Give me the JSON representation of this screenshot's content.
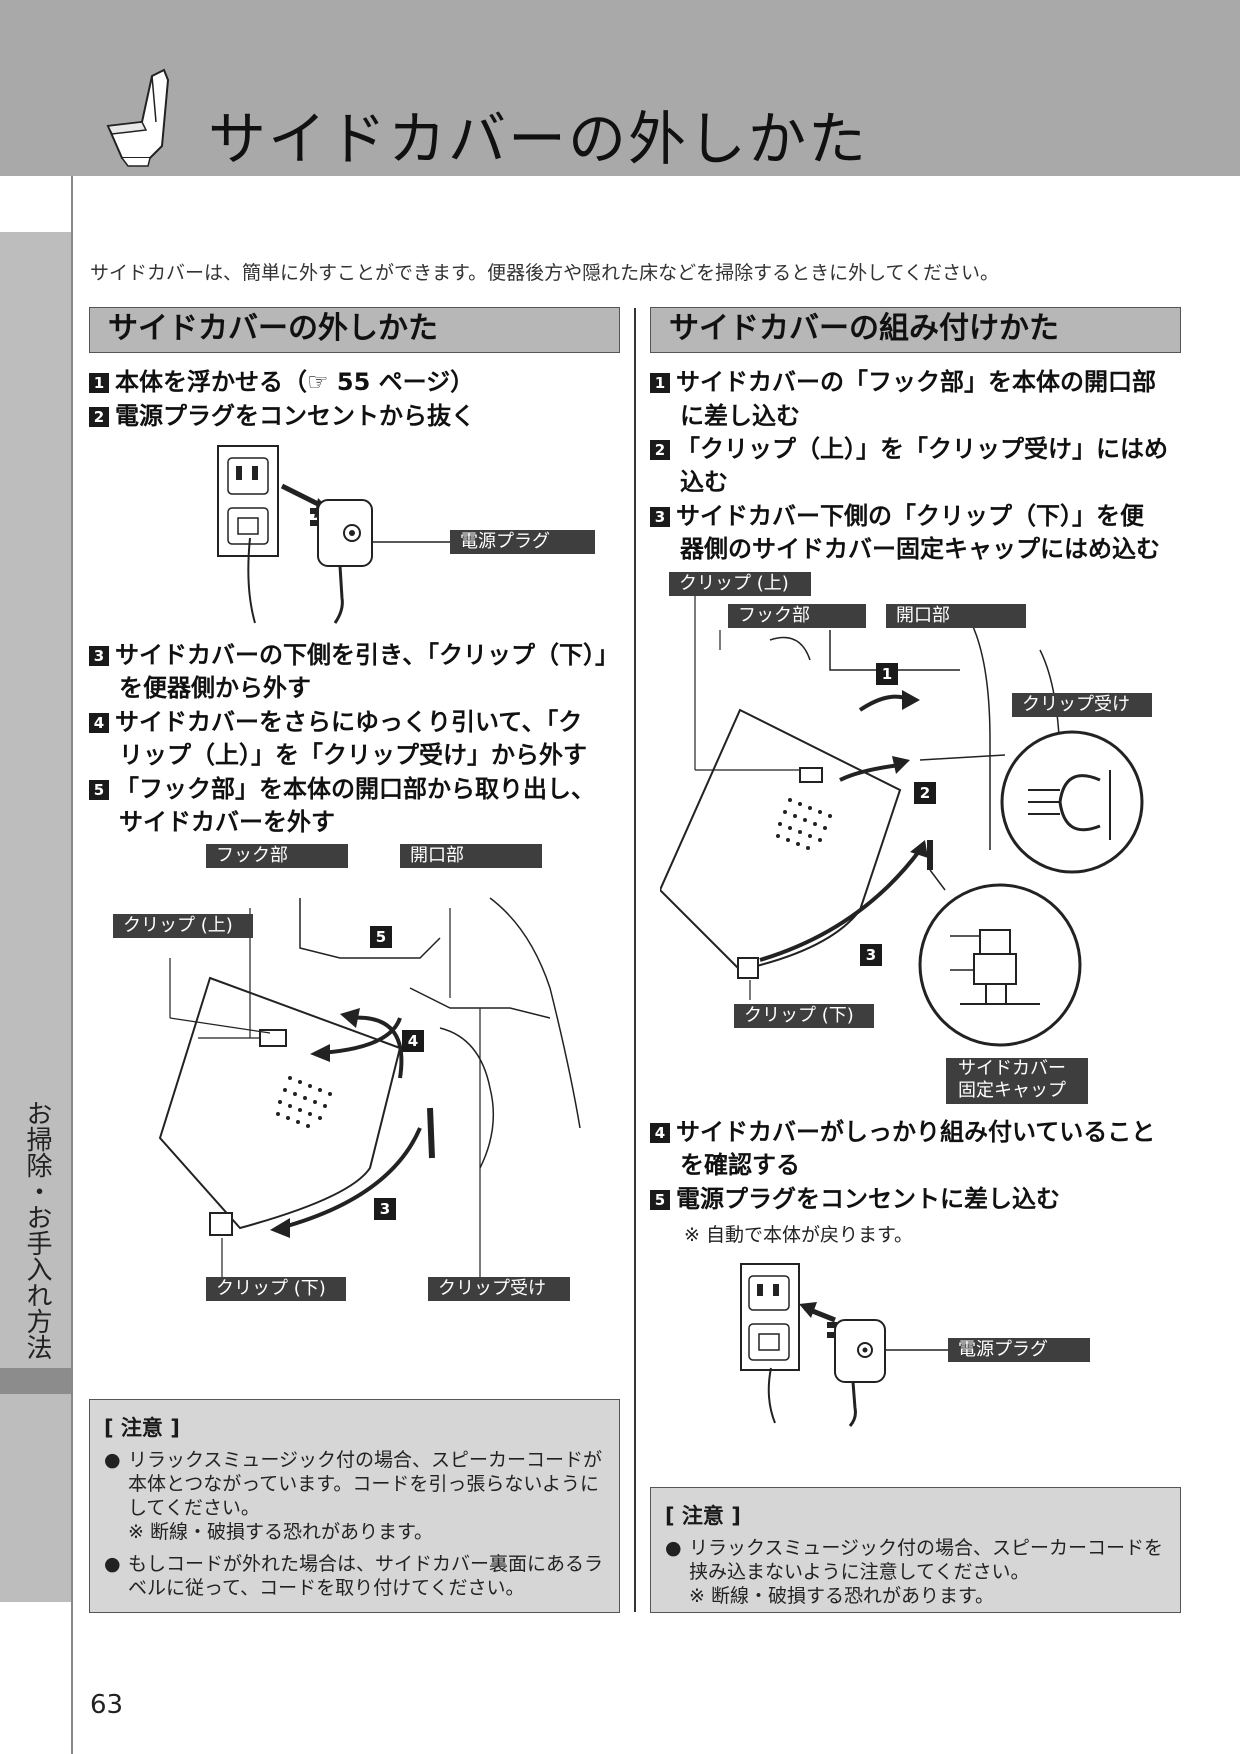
{
  "header": {
    "title": "サイドカバーの外しかた"
  },
  "side_tab": {
    "label": "お掃除・お手入れ方法"
  },
  "intro": "サイドカバーは、簡単に外すことができます。便器後方や隠れた床などを掃除するときに外してください。",
  "left": {
    "heading": "サイドカバーの外しかた",
    "steps": [
      {
        "num": "1",
        "text": "本体を浮かせる（☞ 55 ページ）"
      },
      {
        "num": "2",
        "text": "電源プラグをコンセントから抜く"
      },
      {
        "num": "3",
        "line1": "サイドカバーの下側を引き､「クリップ（下）」",
        "line2": "を便器側から外す"
      },
      {
        "num": "4",
        "line1": "サイドカバーをさらにゆっくり引いて､「ク",
        "line2": "リップ（上）」を「クリップ受け」から外す"
      },
      {
        "num": "5",
        "line1": "「フック部」を本体の開口部から取り出し、",
        "line2": "サイドカバーを外す"
      }
    ],
    "labels": {
      "plug": "電源プラグ",
      "hook": "フック部",
      "opening": "開口部",
      "clip_top": "クリップ (上)",
      "clip_bottom": "クリップ (下)",
      "clip_receiver": "クリップ受け"
    },
    "badges": [
      "5",
      "4",
      "3"
    ],
    "caution": {
      "title": "[ 注意 ]",
      "items": [
        {
          "text": "リラックスミュージック付の場合、スピーカーコードが本体とつながっています。コードを引っ張らないようにしてください。",
          "sub": "※ 断線・破損する恐れがあります。"
        },
        {
          "text": "もしコードが外れた場合は、サイドカバー裏面にあるラベルに従って、コードを取り付けてください。"
        }
      ]
    }
  },
  "right": {
    "heading": "サイドカバーの組み付けかた",
    "steps": [
      {
        "num": "1",
        "line1": "サイドカバーの「フック部」を本体の開口部",
        "line2": "に差し込む"
      },
      {
        "num": "2",
        "line1": "「クリップ（上）」を「クリップ受け」にはめ",
        "line2": "込む"
      },
      {
        "num": "3",
        "line1": "サイドカバー下側の「クリップ（下）」を便",
        "line2": "器側のサイドカバー固定キャップにはめ込む"
      },
      {
        "num": "4",
        "line1": "サイドカバーがしっかり組み付いていること",
        "line2": "を確認する"
      },
      {
        "num": "5",
        "text": "電源プラグをコンセントに差し込む"
      }
    ],
    "step5_note": "※ 自動で本体が戻ります。",
    "labels": {
      "clip_top": "クリップ (上)",
      "hook": "フック部",
      "opening": "開口部",
      "clip_receiver": "クリップ受け",
      "clip_bottom": "クリップ (下)",
      "cap_line1": "サイドカバー",
      "cap_line2": "固定キャップ",
      "plug": "電源プラグ"
    },
    "badges": [
      "1",
      "2",
      "3"
    ],
    "caution": {
      "title": "[ 注意 ]",
      "items": [
        {
          "text": "リラックスミュージック付の場合、スピーカーコードを挟み込まないように注意してください。",
          "sub": "※ 断線・破損する恐れがあります。"
        }
      ]
    }
  },
  "page_number": "63"
}
